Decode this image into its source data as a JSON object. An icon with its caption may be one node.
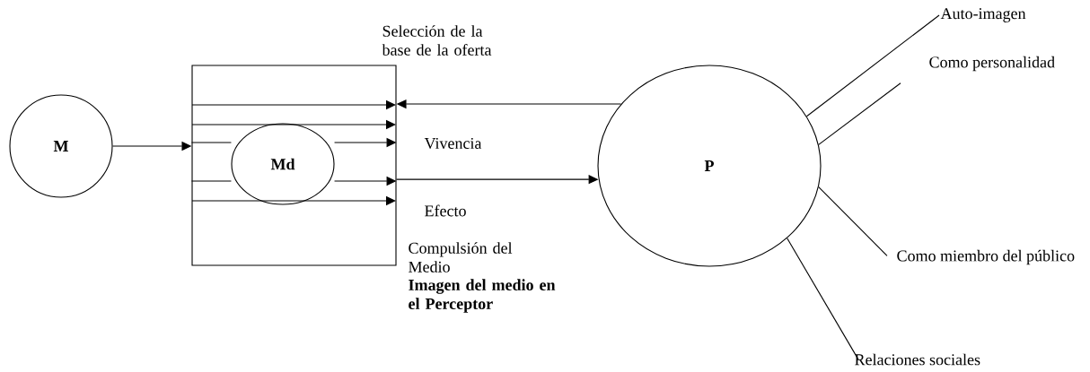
{
  "diagram": {
    "nodes": [
      {
        "text": [
          "M"
        ]
      },
      {
        "text": [],
        "shape": "box"
      },
      {
        "text": [
          "Md"
        ],
        "in": 1
      },
      {
        "text": [
          "P"
        ]
      },
      {
        "text": [
          "Auto-imagen"
        ]
      },
      {
        "text": [
          "Como personalidad"
        ]
      },
      {
        "text": [
          "Como miembro del público"
        ]
      },
      {
        "text": [
          "Relaciones sociales"
        ]
      }
    ],
    "edges": [
      {
        "from": 0,
        "to": 1,
        "arrow": "to"
      },
      {
        "from": 3,
        "to": 1,
        "arrow": "to"
      },
      {
        "from": 1,
        "to": 3,
        "arrow": "to"
      },
      {
        "from": 4,
        "to": 3,
        "arrow": "none"
      },
      {
        "from": 5,
        "to": 3,
        "arrow": "none"
      },
      {
        "from": 6,
        "to": 3,
        "arrow": "none"
      },
      {
        "from": 7,
        "to": 3,
        "arrow": "none"
      },
      {
        "from": 1,
        "to": 2,
        "arrow": "none"
      },
      {
        "from": 2,
        "to": 1,
        "arrow": "to"
      },
      {
        "from": 1,
        "to": 2,
        "arrow": "none"
      },
      {
        "from": 2,
        "to": 1,
        "arrow": "to"
      }
    ],
    "labels": [
      "Selección de la base de la oferta",
      "Vivencia",
      "Efecto",
      "Compulsión del Medio",
      "Imagen del medio en el Perceptor"
    ]
  }
}
